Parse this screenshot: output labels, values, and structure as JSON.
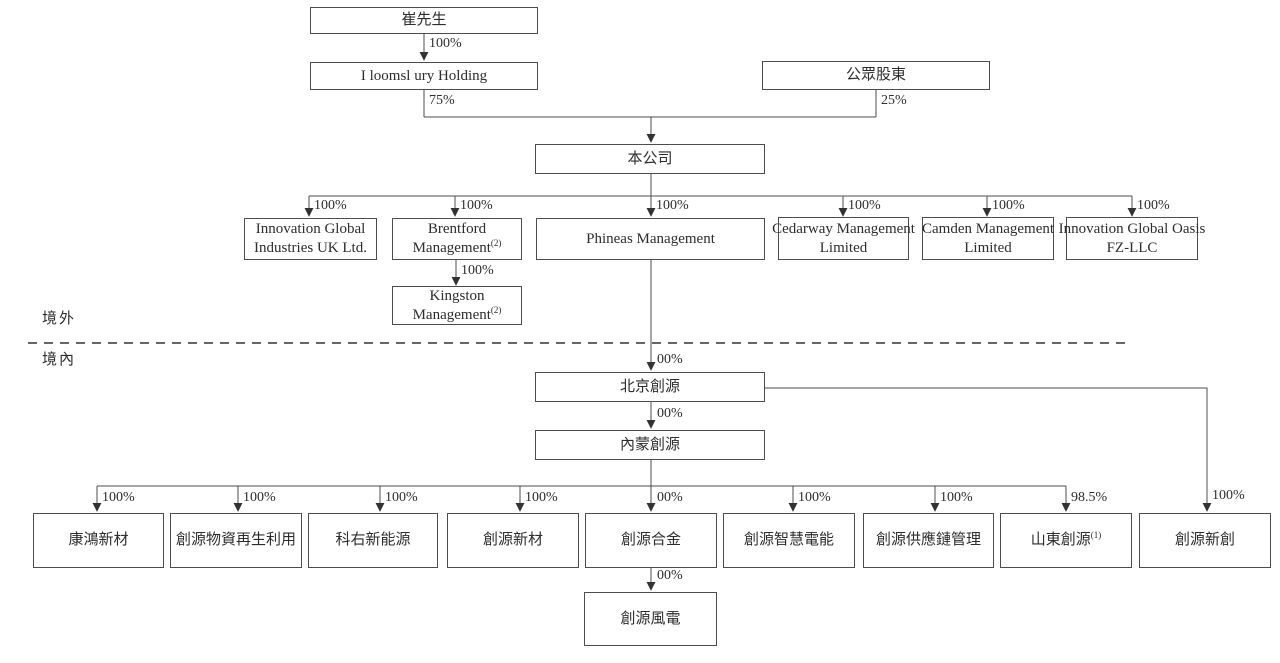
{
  "regions": {
    "offshore": "境外",
    "onshore": "境內"
  },
  "nodes": {
    "cui": {
      "label": "崔先生"
    },
    "holding": {
      "label": "I loomsl ury Holding"
    },
    "public": {
      "label": "公眾股東"
    },
    "company": {
      "label": "本公司"
    },
    "innovation_uk": {
      "label": "Innovation Global",
      "label2": "Industries UK Ltd."
    },
    "brentford": {
      "label": "Brentford",
      "label2": "Management",
      "sup": "(2)"
    },
    "phineas": {
      "label": "Phineas Management"
    },
    "cedarway": {
      "label": "Cedarway Management",
      "label2": "Limited"
    },
    "camden": {
      "label": "Camden Management",
      "label2": "Limited"
    },
    "oasis": {
      "label": "Innovation Global Oasis",
      "label2": "FZ-LLC"
    },
    "kingston": {
      "label": "Kingston",
      "label2": "Management",
      "sup": "(2)"
    },
    "beijing": {
      "label": "北京創源"
    },
    "neimeng": {
      "label": "內蒙創源"
    },
    "kanghong": {
      "label": "康鴻新材"
    },
    "wuzi": {
      "label": "創源物資再生利用"
    },
    "keyou": {
      "label": "科右新能源"
    },
    "xincai": {
      "label": "創源新材"
    },
    "hejin": {
      "label": "創源合金"
    },
    "zhihui": {
      "label": "創源智慧電能"
    },
    "gongyinglian": {
      "label": "創源供應鏈管理"
    },
    "shandong": {
      "label": "山東創源",
      "sup": "(1)"
    },
    "xinchuang": {
      "label": "創源新創"
    },
    "fengdian": {
      "label": "創源風電"
    }
  },
  "percents": {
    "cui_holding": "100%",
    "holding_company": "75%",
    "public_company": "25%",
    "company_uk": "100%",
    "company_brentford": "100%",
    "company_phineas": "100%",
    "company_cedarway": "100%",
    "company_camden": "100%",
    "company_oasis": "100%",
    "brentford_kingston": "100%",
    "phineas_beijing": "00%",
    "beijing_neimeng": "00%",
    "nm_kanghong": "100%",
    "nm_wuzi": "100%",
    "nm_keyou": "100%",
    "nm_xincai": "100%",
    "nm_hejin": "00%",
    "nm_zhihui": "100%",
    "nm_gongyinglian": "100%",
    "nm_shandong": "98.5%",
    "beijing_xinchuang": "100%",
    "hejin_fengdian": "00%"
  }
}
